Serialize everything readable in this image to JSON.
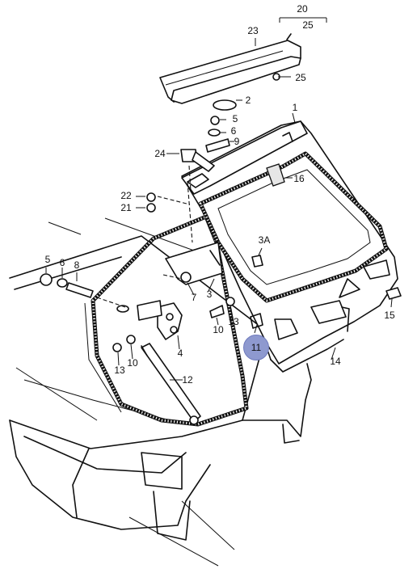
{
  "callouts": {
    "c20": "20",
    "c25a": "25",
    "c23": "23",
    "c25b": "25",
    "c2": "2",
    "c1": "1",
    "c5a": "5",
    "c6a": "6",
    "c9": "9",
    "c24": "24",
    "c16": "16",
    "c22": "22",
    "c21": "21",
    "c3a": "3A",
    "c5b": "5",
    "c6b": "6",
    "c8": "8",
    "c7": "7",
    "c3": "3",
    "c10a": "10",
    "c13a": "13",
    "c4": "4",
    "c10b": "10",
    "c13b": "13",
    "c12": "12",
    "c14": "14",
    "c15": "15",
    "c11": "11"
  },
  "highlight": {
    "part": "11",
    "color": "#8e99cf"
  }
}
